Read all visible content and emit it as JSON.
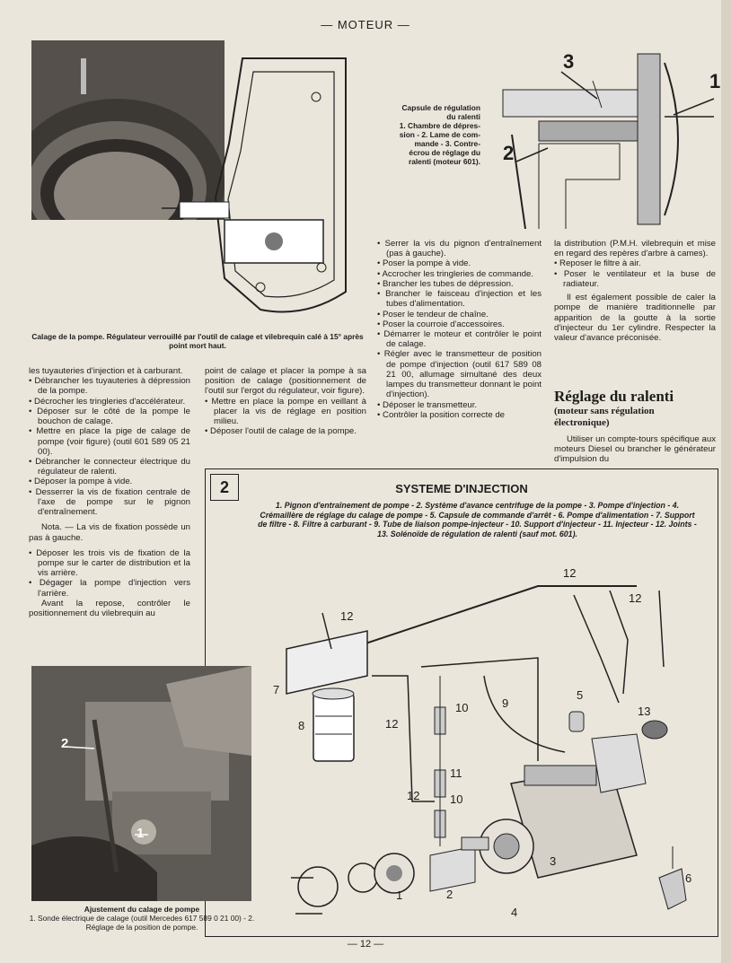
{
  "header": "— MOTEUR —",
  "fig_top_left": {
    "caption": "Calage de la pompe. Régulateur verrouillé par l'outil de calage et vilebrequin calé à 15° après point mort haut."
  },
  "fig_top_right": {
    "caption_lines": [
      "Capsule de régulation",
      "du ralenti",
      "1. Chambre de dépres-",
      "sion - 2. Lame de com-",
      "mande - 3. Contre-",
      "écrou de réglage du",
      "ralenti (moteur 601)."
    ],
    "labels": [
      "1",
      "2",
      "3"
    ]
  },
  "col1": [
    "les tuyauteries d'injection et à carburant.",
    "• Débrancher les tuyauteries à dépression de la pompe.",
    "• Décrocher les tringleries d'accélérateur.",
    "• Déposer sur le côté de la pompe le bouchon de calage.",
    "• Mettre en place la pige de calage de pompe (voir figure) (outil 601 589 05 21 00).",
    "• Débrancher le connecteur électrique du régulateur de ralenti.",
    "• Déposer la pompe à vide.",
    "• Desserrer la vis de fixation centrale de l'axe de pompe sur le pignon d'entraînement.",
    "Nota. — La vis de fixation possède un pas à gauche.",
    "• Déposer les trois vis de fixation de la pompe sur le carter de distribution et la vis arrière.",
    "• Dégager la pompe d'injection vers l'arrière.",
    "Avant la repose, contrôler le positionnement du vilebrequin au"
  ],
  "col2": [
    "point de calage et placer la pompe à sa position de calage (positionnement de l'outil sur l'ergot du régulateur, voir figure).",
    "• Mettre en place la pompe en veillant à placer la vis de réglage en position milieu.",
    "• Déposer l'outil de calage de la pompe."
  ],
  "col3": [
    "• Serrer la vis du pignon d'entraînement (pas à gauche).",
    "• Poser la pompe à vide.",
    "• Accrocher les tringleries de commande.",
    "• Brancher les tubes de dépression.",
    "• Brancher le faisceau d'injection et les tubes d'alimentation.",
    "• Poser le tendeur de chaîne.",
    "• Poser la courroie d'accessoires.",
    "• Démarrer le moteur et contrôler le point de calage.",
    "• Régler avec le transmetteur de position de pompe d'injection (outil 617 589 08 21 00, allumage simultané des deux lampes du transmetteur donnant le point d'injection).",
    "• Déposer le transmetteur.",
    "• Contrôler la position correcte de"
  ],
  "col4": [
    "la distribution (P.M.H. vilebrequin et mise en regard des repères d'arbre à cames).",
    "• Reposer le filtre à air.",
    "• Poser le ventilateur et la buse de radiateur.",
    "Il est également possible de caler la pompe de manière traditionnelle par apparition de la goutte à la sortie d'injecteur du 1er cylindre. Respecter la valeur d'avance préconisée."
  ],
  "section": {
    "title": "Réglage du ralenti",
    "subtitle": "(moteur sans régulation électronique)",
    "text": "Utiliser un compte-tours spécifique aux moteurs Diesel ou brancher le générateur d'impulsion du"
  },
  "fig2": {
    "number": "2",
    "title": "SYSTEME D'INJECTION",
    "legend": "1. Pignon d'entraînement de pompe - 2. Système d'avance centrifuge de la pompe - 3. Pompe d'injection - 4. Crémaillère de réglage du calage de pompe - 5. Capsule de commande d'arrêt - 6. Pompe d'alimentation - 7. Support de filtre - 8. Filtre à carburant - 9. Tube de liaison pompe-injecteur - 10. Support d'injecteur - 11. Injecteur - 12. Joints - 13. Solénoïde de régulation de ralenti (sauf mot. 601).",
    "labels": [
      "12",
      "12",
      "12",
      "7",
      "8",
      "12",
      "9",
      "10",
      "11",
      "10",
      "12",
      "5",
      "13",
      "1",
      "2",
      "3",
      "4",
      "6"
    ]
  },
  "fig_bottom_left": {
    "labels": [
      "2",
      "1"
    ],
    "title": "Ajustement du calage de pompe",
    "text": "1. Sonde électrique de calage (outil Mercedes 617 589 0 21 00) - 2. Réglage de la position de pompe."
  },
  "footer": "— 12 —"
}
